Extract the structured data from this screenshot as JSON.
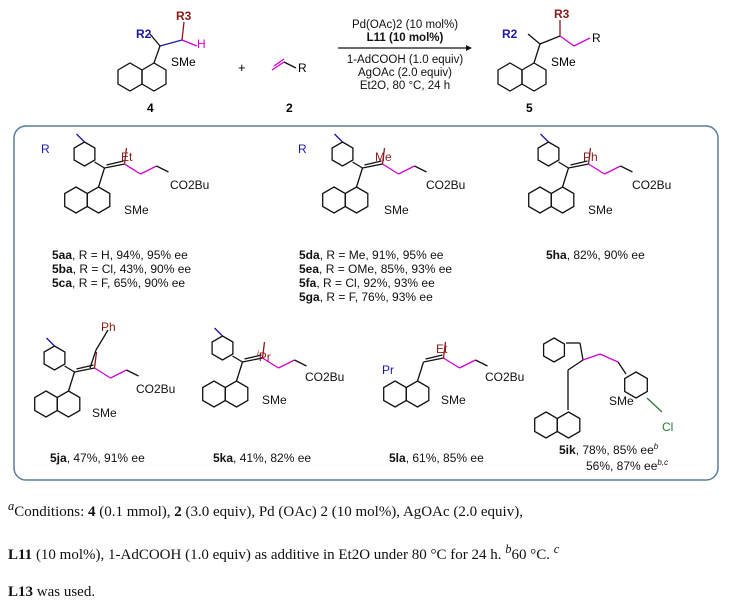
{
  "scheme": {
    "reactant_1": {
      "number": "4",
      "r3": "R3",
      "r2": "R2",
      "h": "H",
      "sme": "SMe"
    },
    "plus": "+",
    "reactant_2": {
      "number": "2",
      "r": "R"
    },
    "product": {
      "number": "5",
      "r3": "R3",
      "r2": "R2",
      "r": "R",
      "sme": "SMe"
    },
    "conditions": {
      "above": [
        "Pd(OAc)2 (10 mol%)",
        "L11 (10 mol%)"
      ],
      "below": [
        "1-AdCOOH (1.0 equiv)",
        "AgOAc (2.0 equiv)",
        "Et2O, 80 °C, 24 h"
      ]
    }
  },
  "compounds": [
    {
      "id": "5aa",
      "text": ", R = H, 94%, 95% ee"
    },
    {
      "id": "5ba",
      "text": ", R = Cl, 43%, 90% ee"
    },
    {
      "id": "5ca",
      "text": ", R = F, 65%, 90% ee"
    },
    {
      "id": "5da",
      "text": ", R = Me, 91%, 95% ee"
    },
    {
      "id": "5ea",
      "text": ", R = OMe, 85%, 93% ee"
    },
    {
      "id": "5fa",
      "text": ", R = Cl, 92%, 93% ee"
    },
    {
      "id": "5ga",
      "text": ", R = F, 76%, 93% ee"
    },
    {
      "id": "5ha",
      "text": ", 82%, 90% ee"
    },
    {
      "id": "5ja",
      "text": ", 47%, 91% ee"
    },
    {
      "id": "5ka",
      "text": ", 41%, 82% ee"
    },
    {
      "id": "5la",
      "text": ", 61%, 85% ee"
    },
    {
      "id": "5ik",
      "text": ", 78%, 85% ee"
    },
    {
      "id": "",
      "text": "56%, 87% ee"
    }
  ],
  "structure_labels": {
    "r": "R",
    "et": "Et",
    "me": "Me",
    "ph": "Ph",
    "ipr": "Pr",
    "i": "i",
    "pr": "Pr",
    "co2bu": "CO2Bu",
    "sme": "SMe",
    "cl": "Cl"
  },
  "footnote": {
    "a": "a",
    "line1_prefix": "Conditions: ",
    "c4": "4",
    "t1": "(0.1 mmol), ",
    "c2": "2",
    "t2": "(3.0 equiv), Pd (OAc) 2 (10 mol%), AgOAc (2.0 equiv),",
    "l11": "L11",
    "t3": "(10 mol%), 1-AdCOOH (1.0 equiv) as additive in Et2O under 80 °C for 24 h. ",
    "b": "b",
    "t4": "60 °C. ",
    "c": "c",
    "l13": "L13",
    "t5": " was used.",
    "sup_5ik": "b",
    "sup_5ik2": "b,c"
  },
  "colors": {
    "r3": "#8b1a1a",
    "r2": "#1a1aa0",
    "h_mark": "#d100d1",
    "frame": "#5a7d9a"
  }
}
